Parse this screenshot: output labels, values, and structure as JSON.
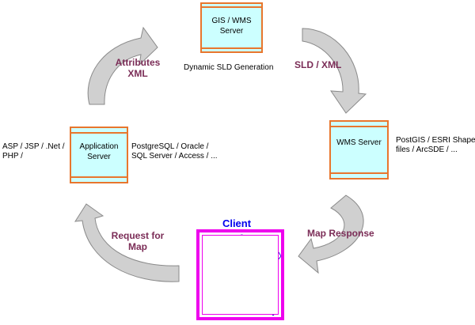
{
  "servers": {
    "gis": {
      "label_line1": "GIS / WMS",
      "label_line2": "Server"
    },
    "app": {
      "label_line1": "Application",
      "label_line2": "Server"
    },
    "wms": {
      "label": "WMS Server"
    }
  },
  "notes": {
    "dynamic_sld": "Dynamic SLD Generation",
    "asp_line1": "ASP / JSP / .Net /",
    "asp_line2": "PHP /",
    "db_line1": "PostgreSQL / Oracle /",
    "db_line2": "SQL Server  / Access / ...",
    "postgis_line1": "PostGIS / ESRI Shape",
    "postgis_line2": "files / ArcSDE / ..."
  },
  "flows": {
    "attributes_line1": "Attributes",
    "attributes_line2": "XML",
    "sld_xml": "SLD / XML",
    "request_line1": "Request for",
    "request_line2": "Map",
    "map_response": "Map Response"
  },
  "client": {
    "title": "Client"
  },
  "colors": {
    "server_fill": "#ccffff",
    "server_border": "#e8762d",
    "flow_text": "#7b2d57",
    "client_title": "#0000ee",
    "client_frame": "#ee00ee",
    "map_outline": "#1a1acc",
    "arrow_fill": "#d0d0d0",
    "arrow_stroke": "#8a8a8a"
  }
}
